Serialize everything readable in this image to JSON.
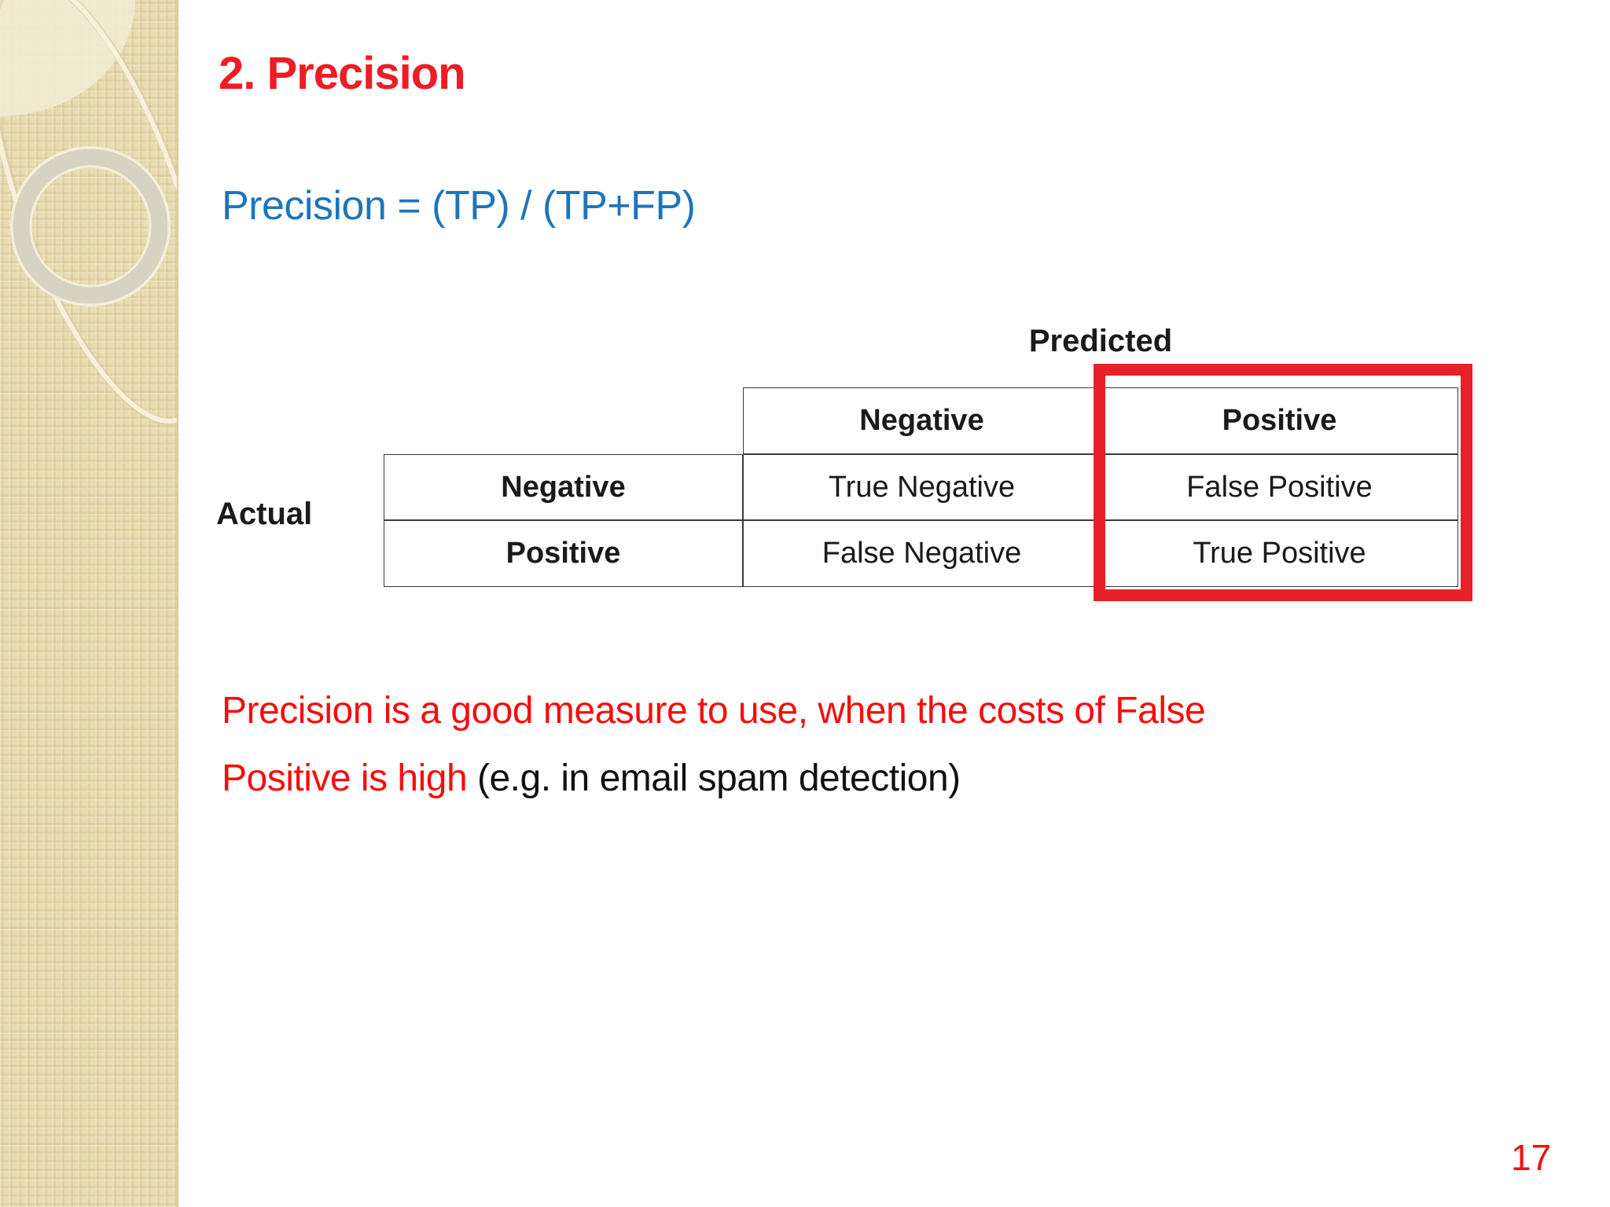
{
  "slide": {
    "title": "2. Precision",
    "formula": "Precision = (TP) / (TP+FP)",
    "note_red": "Precision is a good measure to use, when the costs of False Positive is high",
    "note_black": "(e.g. in email spam detection)",
    "page_number": "17"
  },
  "matrix": {
    "axis_labels": {
      "predicted": "Predicted",
      "actual": "Actual"
    },
    "column_headers": [
      "Negative",
      "Positive"
    ],
    "rows": [
      {
        "label": "Negative",
        "cells": [
          "True Negative",
          "False Positive"
        ]
      },
      {
        "label": "Positive",
        "cells": [
          "False Negative",
          "True Positive"
        ]
      }
    ],
    "highlighted_column": "Positive"
  },
  "colors": {
    "title_red": "#ee1c24",
    "formula_blue": "#1c75bb",
    "note_red": "#f70d0d",
    "highlight_red": "#e8202a",
    "band_beige": "#e9dcb0"
  }
}
